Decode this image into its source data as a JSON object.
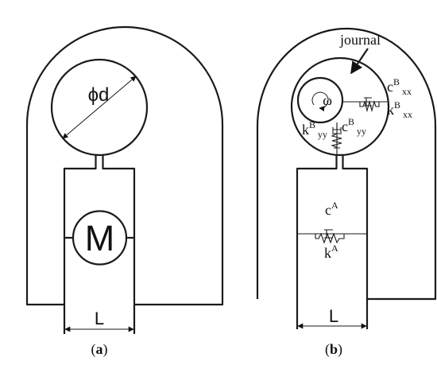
{
  "panel_a": {
    "caption_open": "(",
    "caption_letter": "a",
    "caption_close": ")",
    "diameter_label": "ϕd",
    "motor_label": "M",
    "length_label": "L"
  },
  "panel_b": {
    "caption_open": "(",
    "caption_letter": "b",
    "caption_close": ")",
    "journal_label": "journal",
    "omega_label": "ω",
    "length_label": "L",
    "c_bxx": {
      "base": "c",
      "sup": "B",
      "sub": "xx"
    },
    "k_bxx": {
      "base": "k",
      "sup": "B",
      "sub": "xx"
    },
    "c_byy": {
      "base": "c",
      "sup": "B",
      "sub": "yy"
    },
    "k_byy": {
      "base": "k",
      "sup": "B",
      "sub": "yy"
    },
    "c_a": {
      "base": "c",
      "sup": "A"
    },
    "k_a": {
      "base": "k",
      "sup": "A"
    }
  }
}
